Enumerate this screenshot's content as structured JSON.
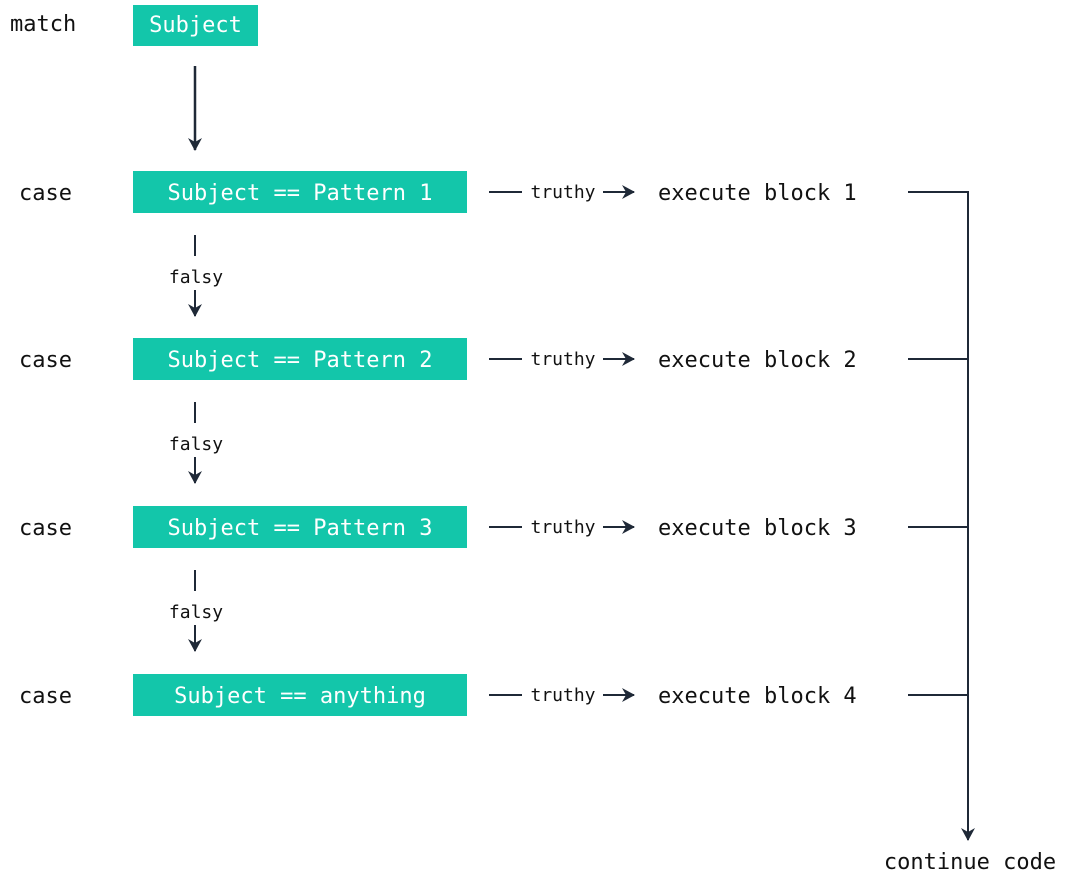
{
  "keywords": {
    "match": "match",
    "case": "case"
  },
  "subject": "Subject",
  "cases": [
    {
      "condition": "Subject == Pattern 1",
      "edge": "truthy",
      "action": "execute block 1"
    },
    {
      "condition": "Subject == Pattern 2",
      "edge": "truthy",
      "action": "execute block 2"
    },
    {
      "condition": "Subject == Pattern 3",
      "edge": "truthy",
      "action": "execute block 3"
    },
    {
      "condition": "Subject == anything",
      "edge": "truthy",
      "action": "execute block 4"
    }
  ],
  "falsy_label": "falsy",
  "end_label": "continue code",
  "colors": {
    "box_fill": "#13c6aa",
    "box_text": "#ffffff",
    "line": "#1f2937",
    "text": "#111111"
  }
}
